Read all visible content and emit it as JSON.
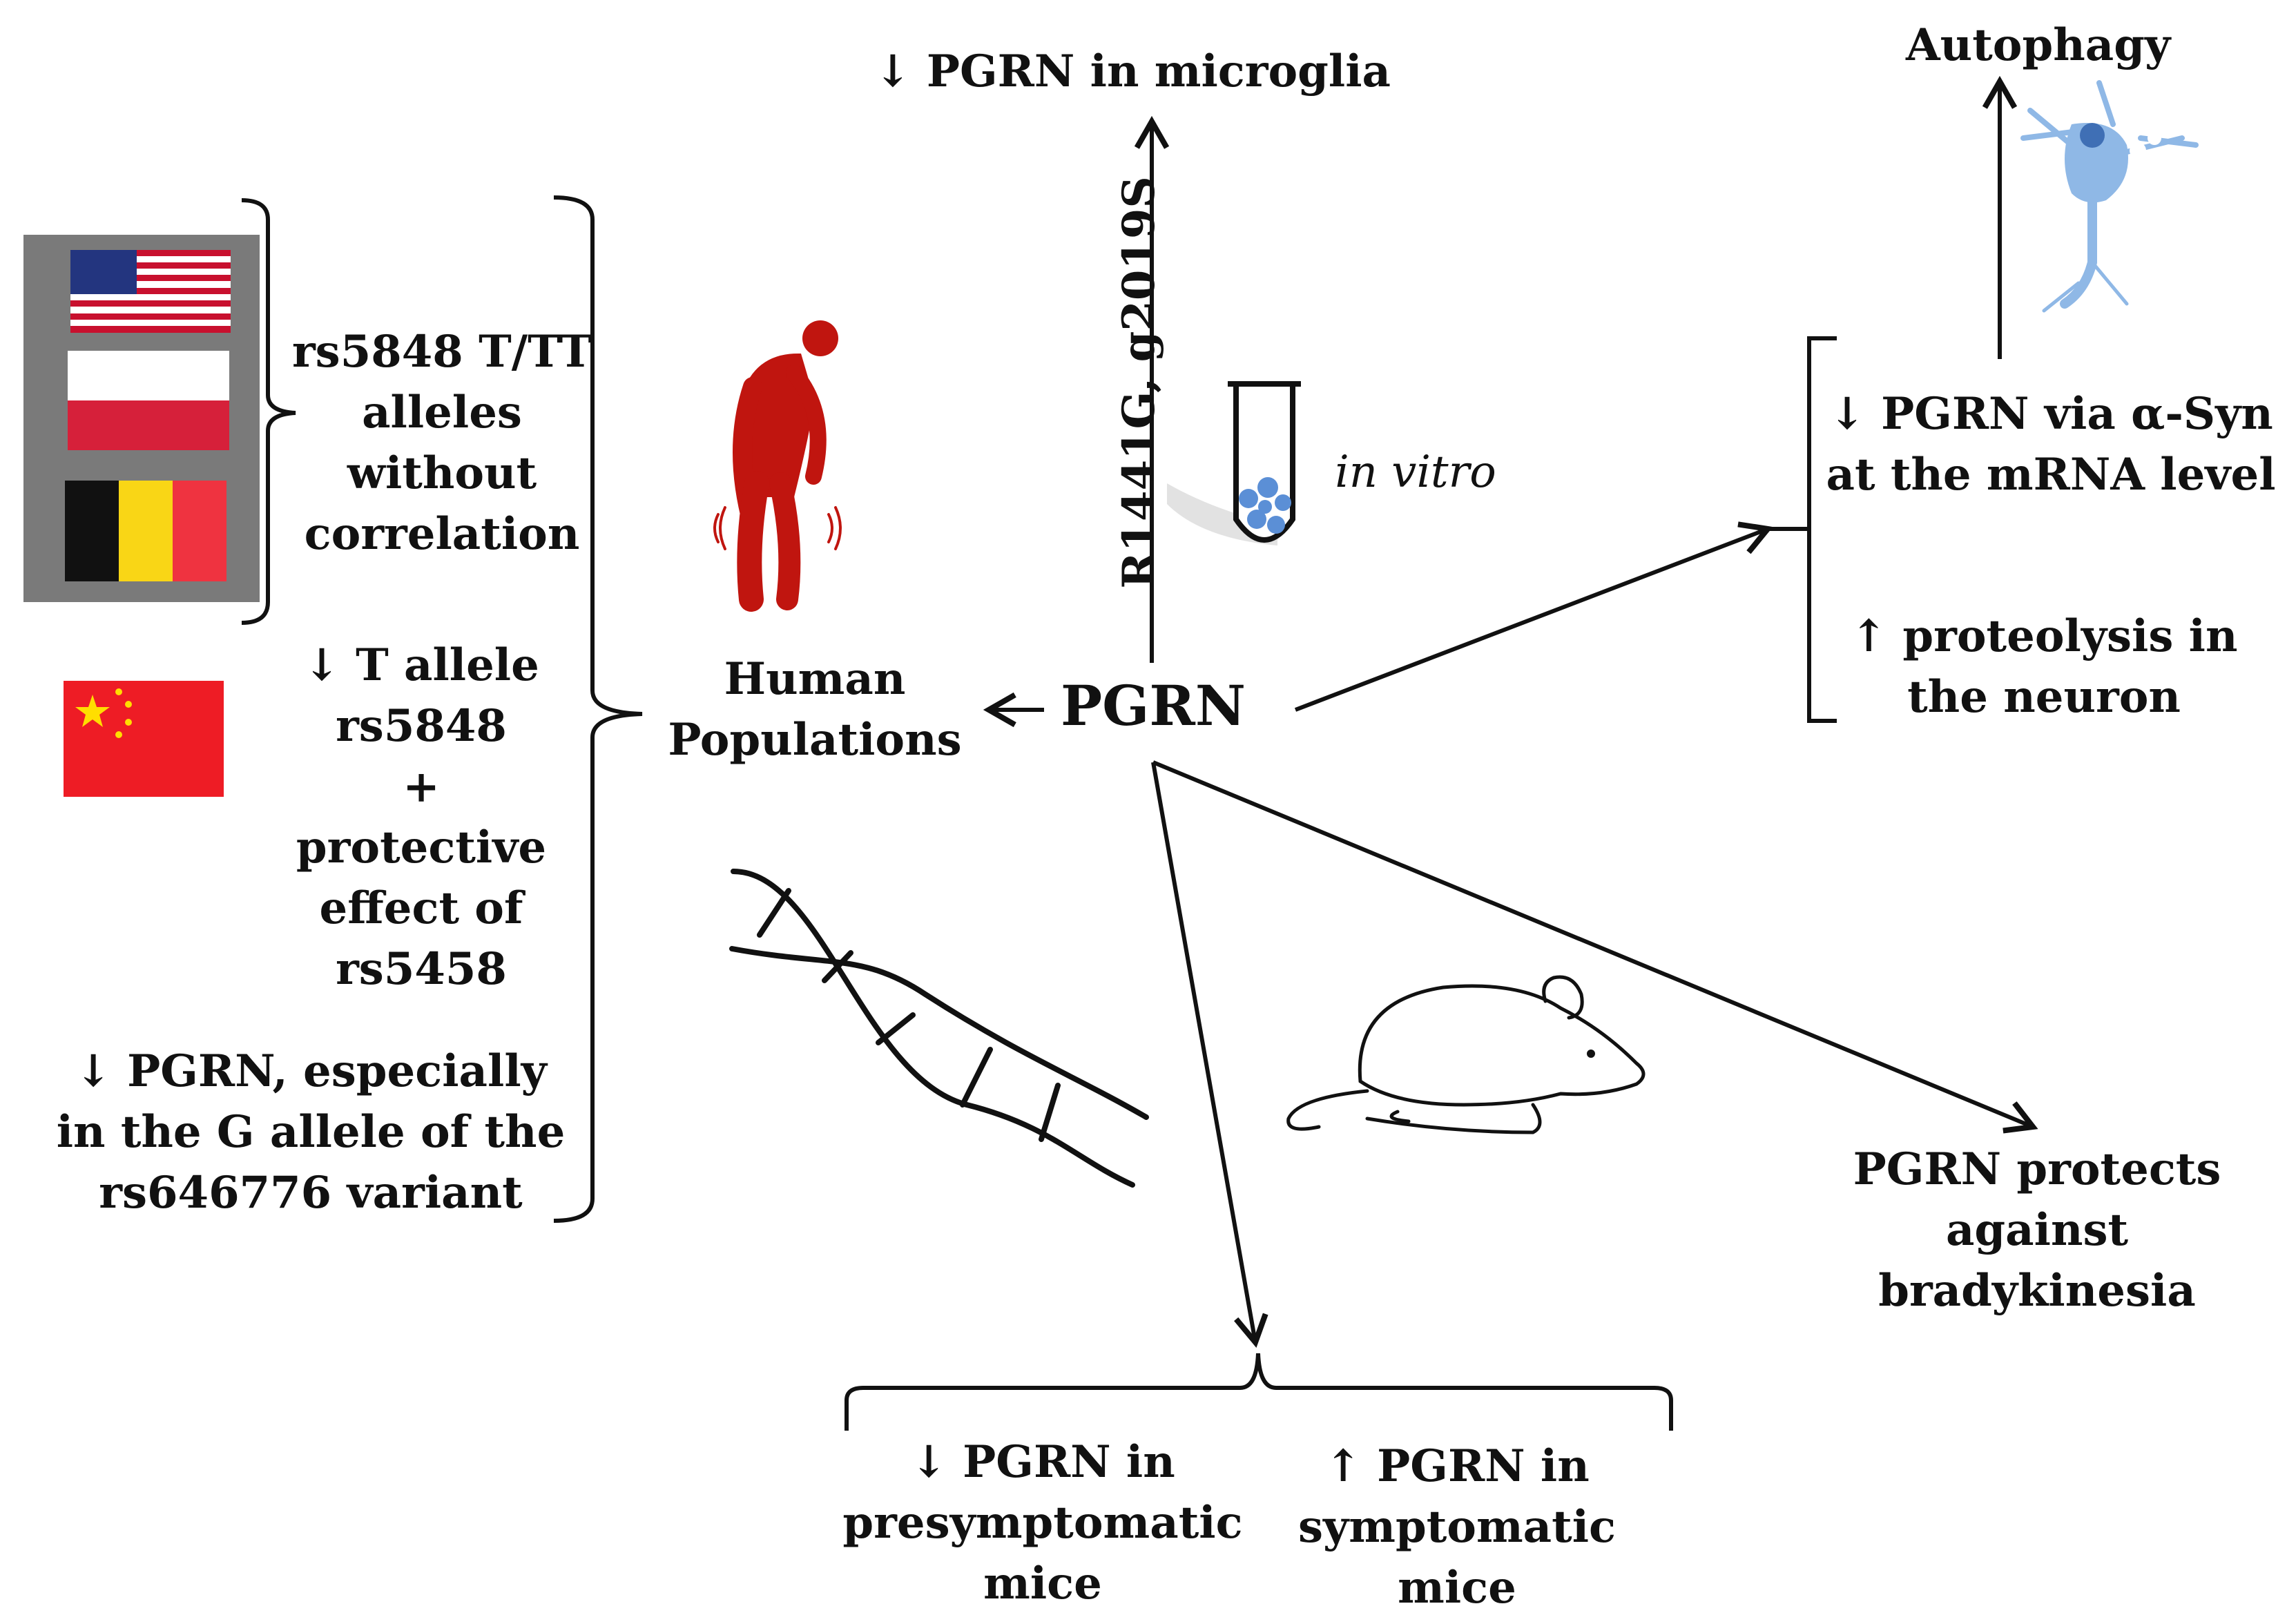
{
  "center": {
    "label": "PGRN"
  },
  "human": {
    "label": "Human\nPopulations"
  },
  "top": {
    "result": "↓ PGRN in microglia",
    "mutations": "R1441G, g2019S",
    "in_vitro": "in vitro"
  },
  "right": {
    "autophagy": "Autophagy",
    "alpha_syn": "↓ PGRN via α-Syn\nat the mRNA level",
    "proteolysis": "↑ proteolysis in\nthe neuron",
    "bradykinesia": "PGRN protects\nagainst\nbradykinesia"
  },
  "bottom": {
    "presymptomatic": "↓ PGRN in\npresymptomatic\nmice",
    "symptomatic": "↑ PGRN in\nsymptomatic\nmice"
  },
  "left": {
    "rs5848_tt": "rs5848 T/TT\nalleles\nwithout\ncorrelation",
    "t_allele": "↓ T allele\nrs5848\n+\nprotective\neffect of\nrs5458",
    "g_allele": "↓ PGRN, especially\nin the G allele of the\nrs646776 variant"
  },
  "colors": {
    "human_figure": "#c0150f",
    "neuron": "#8fb8e6",
    "tube_cells": "#5b8fd6",
    "flag_panel": "#7a7a7a"
  }
}
